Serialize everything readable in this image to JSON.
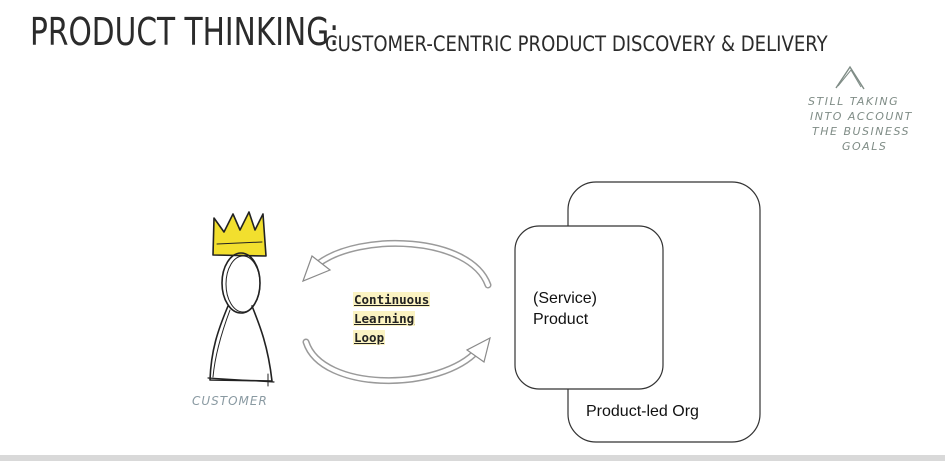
{
  "title": {
    "main": "PRODUCT THINKING:",
    "subtitle": "CUSTOMER-CENTRIC PRODUCT DISCOVERY & DELIVERY"
  },
  "annotation": {
    "lines": [
      "STILL TAKING",
      "INTO ACCOUNT",
      "THE BUSINESS",
      "GOALS"
    ]
  },
  "customer": {
    "label": "CUSTOMER"
  },
  "loop": {
    "lines": [
      "Continuous",
      "Learning",
      "Loop"
    ]
  },
  "product": {
    "lines": [
      "(Service)",
      "Product"
    ]
  },
  "org": {
    "label": "Product-led Org"
  },
  "colors": {
    "crown": "#f2df2e",
    "ink": "#222222",
    "annotation": "#7f8c86",
    "highlight": "#fbf3c2"
  }
}
